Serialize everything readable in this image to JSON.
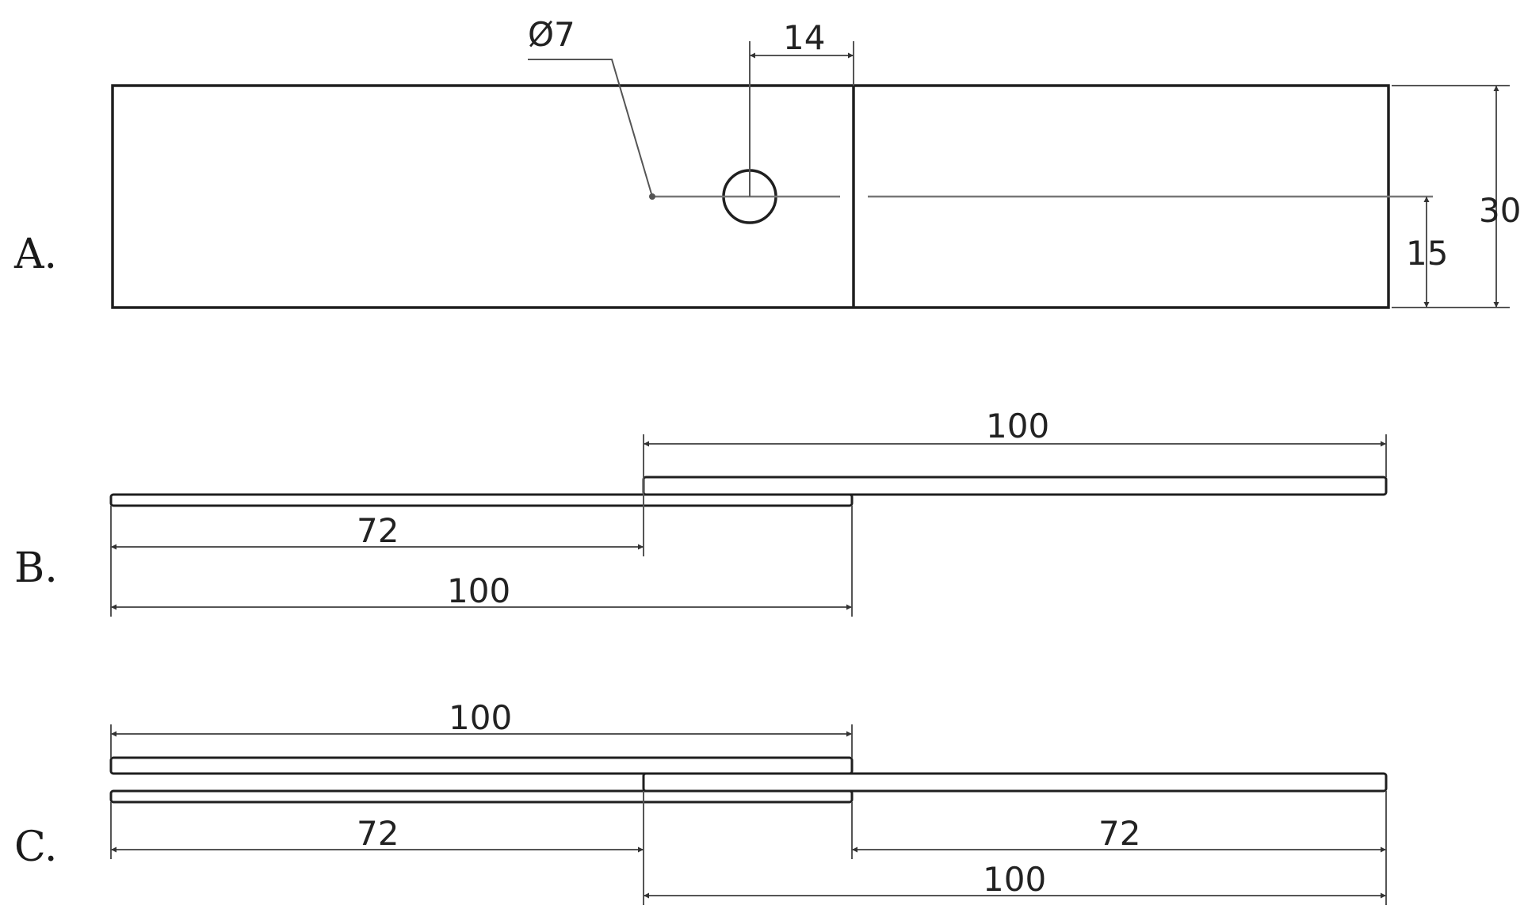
{
  "labels": {
    "panel_a": "A.",
    "panel_b": "B.",
    "panel_c": "C."
  },
  "dimensions": {
    "a_hole_diameter": "Ø7",
    "a_hole_offset": "14",
    "a_width": "30",
    "a_half_width": "15",
    "b_top_length": "100",
    "b_overlap": "72",
    "b_bottom_length": "100",
    "c_top_length": "100",
    "c_left_overlap": "72",
    "c_right_overlap": "72",
    "c_bottom_length": "100"
  }
}
